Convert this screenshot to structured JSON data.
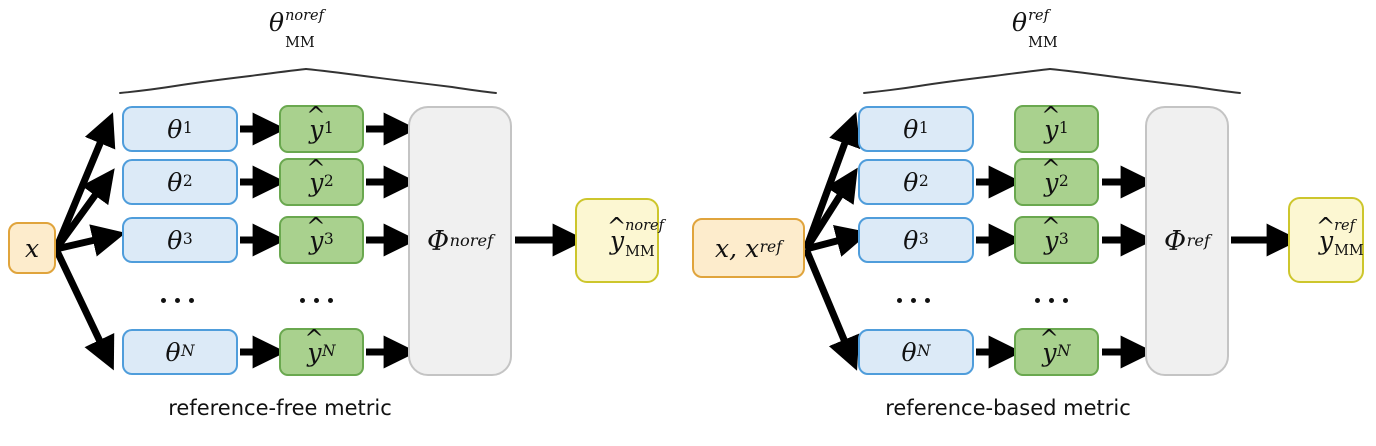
{
  "figure": {
    "title": "Reference-free and reference-based multi-model metric diagram",
    "colors": {
      "theta_fill": "#dceaf7",
      "theta_border": "#4f9ddb",
      "yhat_fill": "#a9d18e",
      "yhat_border": "#6aa84f",
      "input_fill": "#fdeccc",
      "input_border": "#e0a43c",
      "output_fill": "#fcf7d2",
      "output_border": "#cdc62c",
      "phi_fill": "#f0f0f0",
      "phi_border": "#c4c4c4",
      "arrow": "#000000",
      "background": "#ffffff"
    }
  },
  "panels": [
    {
      "id": "reference-free",
      "caption": "reference-free metric",
      "brace_label": {
        "base": "θ",
        "sup": "noref",
        "sub": "MM"
      },
      "input": {
        "base": "x",
        "sub": "",
        "label": "x"
      },
      "theta_nodes": [
        {
          "base": "θ",
          "sub": "1"
        },
        {
          "base": "θ",
          "sub": "2"
        },
        {
          "base": "θ",
          "sub": "3"
        },
        {
          "base": "θ",
          "sub": "N"
        }
      ],
      "yhat_nodes": [
        {
          "base": "y",
          "sub": "1"
        },
        {
          "base": "y",
          "sub": "2"
        },
        {
          "base": "y",
          "sub": "3"
        },
        {
          "base": "y",
          "sub": "N"
        }
      ],
      "phi": {
        "base": "Φ",
        "sup": "noref"
      },
      "output": {
        "base": "y",
        "sup": "noref",
        "sub": "MM"
      },
      "ellipsis_dots": 3,
      "row_arrows": [
        true,
        true,
        true,
        true
      ]
    },
    {
      "id": "reference-based",
      "caption": "reference-based metric",
      "brace_label": {
        "base": "θ",
        "sup": "ref",
        "sub": "MM"
      },
      "input": {
        "base": "x, x",
        "sub": "ref",
        "label": "x, x_ref"
      },
      "theta_nodes": [
        {
          "base": "θ",
          "sub": "1"
        },
        {
          "base": "θ",
          "sub": "2"
        },
        {
          "base": "θ",
          "sub": "3"
        },
        {
          "base": "θ",
          "sub": "N"
        }
      ],
      "yhat_nodes": [
        {
          "base": "y",
          "sub": "1"
        },
        {
          "base": "y",
          "sub": "2"
        },
        {
          "base": "y",
          "sub": "3"
        },
        {
          "base": "y",
          "sub": "N"
        }
      ],
      "phi": {
        "base": "Φ",
        "sup": "ref"
      },
      "output": {
        "base": "y",
        "sup": "ref",
        "sub": "MM"
      },
      "ellipsis_dots": 3,
      "row_arrows": [
        false,
        true,
        true,
        true
      ]
    }
  ]
}
